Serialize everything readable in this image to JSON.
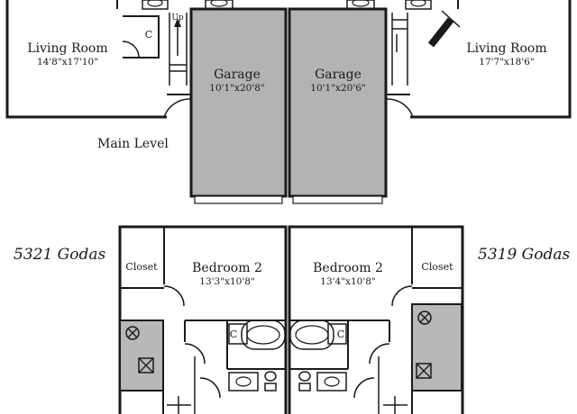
{
  "main_level": {
    "label": "Main Level",
    "left_living_room": {
      "name": "Living Room",
      "dims": "14'8\"x17'10\""
    },
    "right_living_room": {
      "name": "Living Room",
      "dims": "17'7\"x18'6\""
    },
    "left_garage": {
      "name": "Garage",
      "dims": "10'1\"x20'8\""
    },
    "right_garage": {
      "name": "Garage",
      "dims": "10'1\"x20'6\""
    },
    "closet_letter": "C",
    "stair_label": "Up"
  },
  "upper_level": {
    "left_unit_name": "5321 Godas",
    "right_unit_name": "5319 Godas",
    "left_closet": "Closet",
    "right_closet": "Closet",
    "left_bedroom": {
      "name": "Bedroom 2",
      "dims": "13'3\"x10'8\""
    },
    "right_bedroom": {
      "name": "Bedroom 2",
      "dims": "13'4\"x10'8\""
    },
    "closet_letter": "C"
  },
  "colors": {
    "garage_fill": "#b3b3b3",
    "mech_fill": "#b8b8b8",
    "wall": "#1a1a1a",
    "background": "#ffffff"
  }
}
